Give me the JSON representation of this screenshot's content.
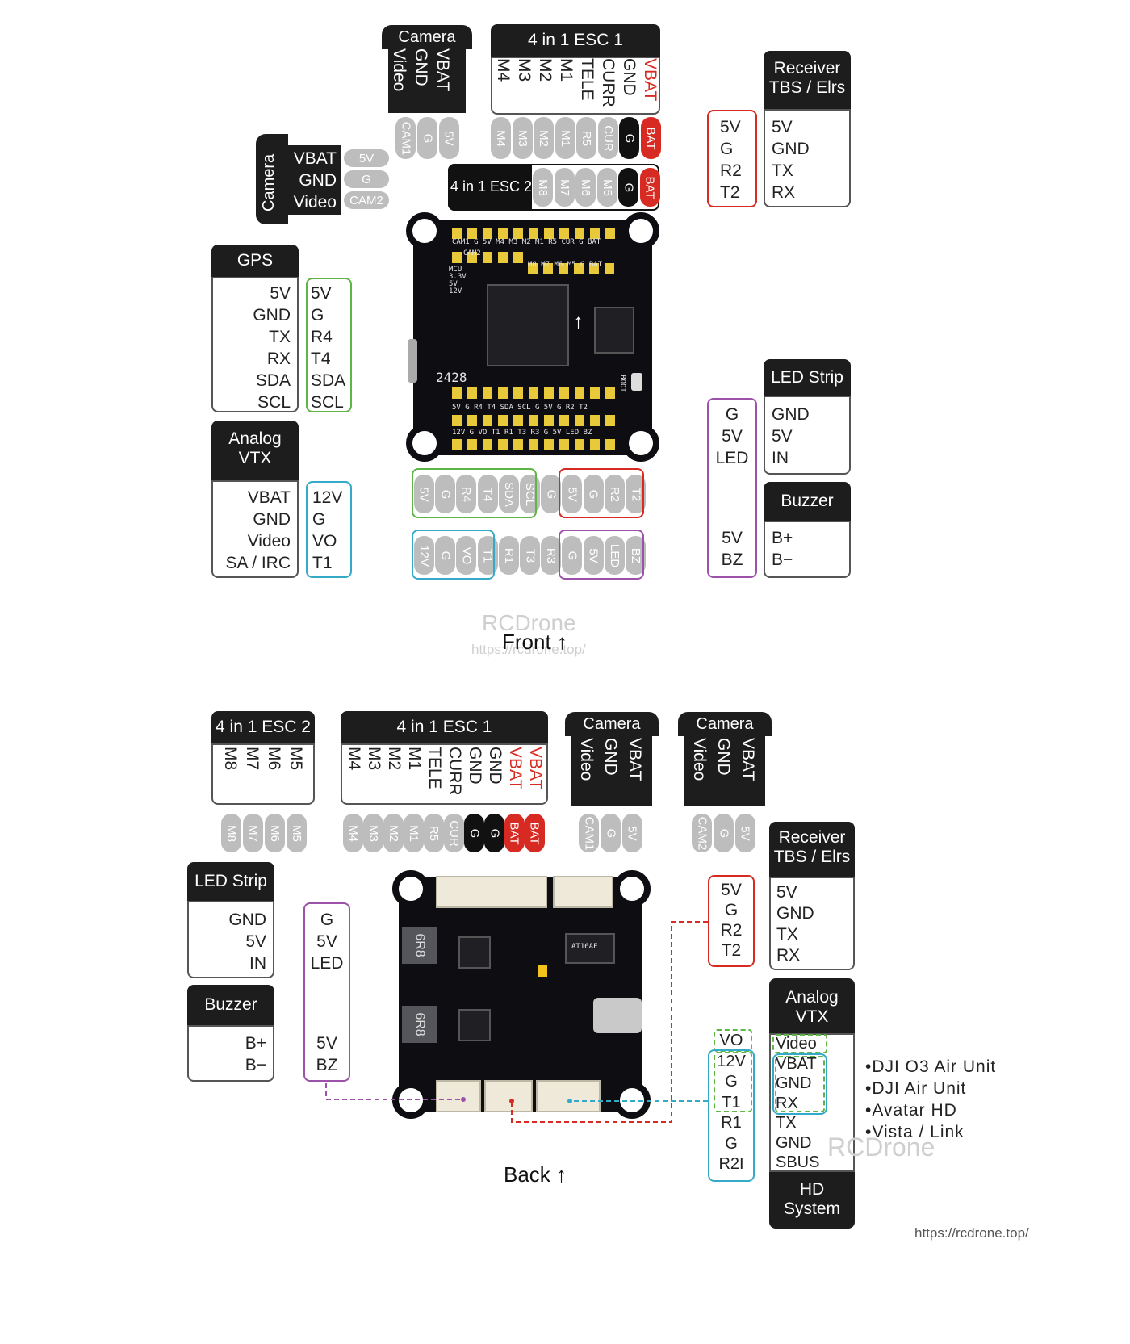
{
  "front": {
    "camera1": {
      "title": "Camera",
      "labels": [
        "Video",
        "GND",
        "VBAT"
      ],
      "pads": [
        "CAM1",
        "G",
        "5V"
      ]
    },
    "esc1": {
      "title": "4 in 1 ESC 1",
      "labels": [
        "M4",
        "M3",
        "M2",
        "M1",
        "TELE",
        "CURR",
        "GND",
        "VBAT"
      ],
      "pads": [
        "M4",
        "M3",
        "M2",
        "M1",
        "R5",
        "CUR",
        "G",
        "BAT"
      ]
    },
    "esc2": {
      "title": "4 in 1 ESC 2",
      "pads": [
        "M8",
        "M7",
        "M6",
        "M5",
        "G",
        "BAT"
      ]
    },
    "camera2": {
      "title": "Camera",
      "labels": [
        "VBAT",
        "GND",
        "Video"
      ],
      "pads": [
        "5V",
        "G",
        "CAM2"
      ]
    },
    "receiver": {
      "title_line1": "Receiver",
      "title_line2": "TBS / Elrs",
      "labels": [
        "5V",
        "GND",
        "TX",
        "RX"
      ],
      "pads": [
        "5V",
        "G",
        "R2",
        "T2"
      ]
    },
    "gps": {
      "title": "GPS",
      "labels": [
        "5V",
        "GND",
        "TX",
        "RX",
        "SDA",
        "SCL"
      ],
      "pads": [
        "5V",
        "G",
        "R4",
        "T4",
        "SDA",
        "SCL"
      ]
    },
    "analog_vtx": {
      "title_line1": "Analog",
      "title_line2": "VTX",
      "labels": [
        "VBAT",
        "GND",
        "Video",
        "SA / IRC"
      ],
      "pads": [
        "12V",
        "G",
        "VO",
        "T1"
      ]
    },
    "led_strip": {
      "title": "LED Strip",
      "labels": [
        "GND",
        "5V",
        "IN"
      ],
      "pads": [
        "G",
        "5V",
        "LED"
      ]
    },
    "buzzer": {
      "title": "Buzzer",
      "labels": [
        "B+",
        "B−"
      ],
      "pads": [
        "5V",
        "BZ"
      ]
    },
    "bottom_row1": [
      "5V",
      "G",
      "R4",
      "T4",
      "SDA",
      "SCL",
      "G",
      "5V",
      "G",
      "R2",
      "T2"
    ],
    "bottom_row2": [
      "12V",
      "G",
      "VO",
      "T1",
      "R1",
      "T3",
      "R3",
      "G",
      "5V",
      "LED",
      "BZ"
    ],
    "board": {
      "top_silk": "CAM1 G 5V M4 M3 M2 M1 R5 CUR G BAT",
      "top_silk2": "CAM2",
      "top_silk3": "M8 M7 M6 M5 G BAT",
      "left_silk": "MCU 3.3V 5V 12V",
      "bottom_silk1": "5V G R4 T4 SDA SCL G 5V G R2 T2",
      "bottom_silk2": "12V G VO T1 R1 T3 R3 G 5V LED BZ",
      "code": "2428",
      "boot": "BOOT"
    },
    "caption": "Front ↑",
    "watermark": "RCDrone",
    "watermark_url": "https://rcdrone.top/"
  },
  "back": {
    "esc2": {
      "title": "4 in 1 ESC 2",
      "labels": [
        "M8",
        "M7",
        "M6",
        "M5"
      ],
      "pads": [
        "M8",
        "M7",
        "M6",
        "M5"
      ]
    },
    "esc1": {
      "title": "4 in 1 ESC 1",
      "labels": [
        "M4",
        "M3",
        "M2",
        "M1",
        "TELE",
        "CURR",
        "GND",
        "GND",
        "VBAT",
        "VBAT"
      ],
      "pads": [
        "M4",
        "M3",
        "M2",
        "M1",
        "R5",
        "CUR",
        "G",
        "G",
        "BAT",
        "BAT"
      ]
    },
    "camera1": {
      "title": "Camera",
      "labels": [
        "Video",
        "GND",
        "VBAT"
      ],
      "pads": [
        "CAM1",
        "G",
        "5V"
      ]
    },
    "camera2": {
      "title": "Camera",
      "labels": [
        "Video",
        "GND",
        "VBAT"
      ],
      "pads": [
        "CAM2",
        "G",
        "5V"
      ]
    },
    "receiver": {
      "title_line1": "Receiver",
      "title_line2": "TBS / Elrs",
      "labels": [
        "5V",
        "GND",
        "TX",
        "RX"
      ],
      "pads": [
        "5V",
        "G",
        "R2",
        "T2"
      ]
    },
    "led_strip": {
      "title": "LED Strip",
      "labels": [
        "GND",
        "5V",
        "IN"
      ],
      "pads": [
        "G",
        "5V",
        "LED"
      ]
    },
    "buzzer": {
      "title": "Buzzer",
      "labels": [
        "B+",
        "B−"
      ],
      "pads": [
        "5V",
        "BZ"
      ]
    },
    "analog_vtx": {
      "title_line1": "Analog",
      "title_line2": "VTX",
      "labels": [
        "Video",
        "VBAT",
        "GND",
        "RX",
        "TX",
        "GND",
        "SBUS"
      ],
      "pads": [
        "VO",
        "12V",
        "G",
        "T1",
        "R1",
        "G",
        "R2I"
      ]
    },
    "hd_system": {
      "title_line1": "HD",
      "title_line2": "System",
      "list": [
        "•DJI O3 Air Unit",
        "•DJI Air Unit",
        "•Avatar HD",
        "•Vista / Link"
      ]
    },
    "board": {
      "inductor1": "6R8",
      "inductor2": "6R8",
      "chip": "AT16AE"
    },
    "caption": "Back ↑",
    "watermark": "RCDrone",
    "footer_url": "https://rcdrone.top/"
  },
  "colors": {
    "green": "#5db646",
    "red": "#d62a22",
    "purple": "#9b52a8",
    "cyan": "#35a9c8",
    "pad_gray": "#bdbdbd",
    "gold": "#e8c93a"
  }
}
